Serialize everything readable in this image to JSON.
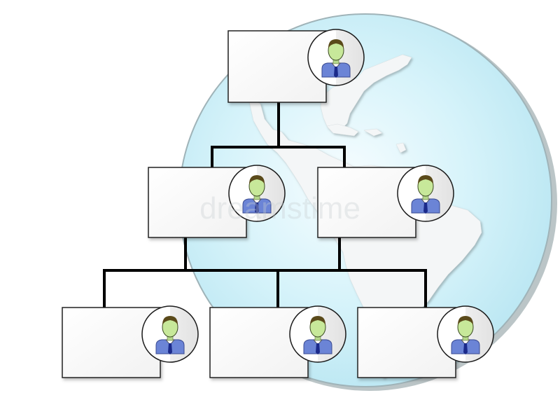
{
  "diagram": {
    "type": "organization-chart",
    "levels": [
      {
        "level": 1,
        "nodes": [
          {
            "id": "ceo",
            "text": ""
          }
        ]
      },
      {
        "level": 2,
        "nodes": [
          {
            "id": "mgr-left",
            "text": ""
          },
          {
            "id": "mgr-right",
            "text": ""
          }
        ]
      },
      {
        "level": 3,
        "nodes": [
          {
            "id": "staff-1",
            "text": ""
          },
          {
            "id": "staff-2",
            "text": ""
          },
          {
            "id": "staff-3",
            "text": ""
          }
        ]
      }
    ],
    "node_icon": "person-avatar-icon",
    "background_icon": "globe-icon",
    "watermark": "dreamstime",
    "colors": {
      "globe": "#c9eef6",
      "globe_edge": "#9aa9ad",
      "land": "#f4f6f7",
      "connector": "#000000",
      "box_border": "#222222",
      "avatar_face": "#c7e89a",
      "avatar_hair": "#5a4a1a",
      "avatar_shirt": "#6b84d6",
      "avatar_tie": "#1b2a8a"
    }
  }
}
